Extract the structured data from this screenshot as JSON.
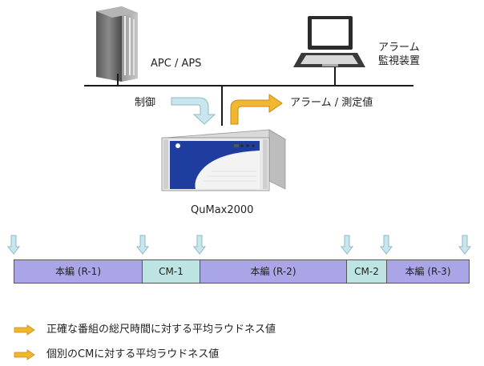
{
  "nodes": {
    "apc": {
      "label": "APC / APS"
    },
    "alarm_monitor": {
      "label_line1": "アラーム",
      "label_line2": "監視装置"
    },
    "qumax": {
      "label": "QuMax2000"
    }
  },
  "flows": {
    "control": {
      "label": "制御"
    },
    "alarm_measure": {
      "label": "アラーム / 測定値"
    }
  },
  "timeline": {
    "segments": [
      {
        "label": "本編 (R-1)",
        "kind": "main"
      },
      {
        "label": "CM-1",
        "kind": "cm"
      },
      {
        "label": "本編 (R-2)",
        "kind": "main"
      },
      {
        "label": "CM-2",
        "kind": "cm"
      },
      {
        "label": "本編 (R-3)",
        "kind": "main"
      }
    ]
  },
  "legend": {
    "items": [
      {
        "text": "正確な番組の総尺時間に対する平均ラウドネス値",
        "color": "#f0b830"
      },
      {
        "text": "個別のCMに対する平均ラウドネス値",
        "color": "#f0b830"
      }
    ]
  },
  "colors": {
    "program_segment": "#a9a5e6",
    "cm_segment": "#bde3e3",
    "control_arrow": "#c9e6ef",
    "alarm_arrow": "#f0b830",
    "marker_arrow": "#c9e6ef"
  }
}
